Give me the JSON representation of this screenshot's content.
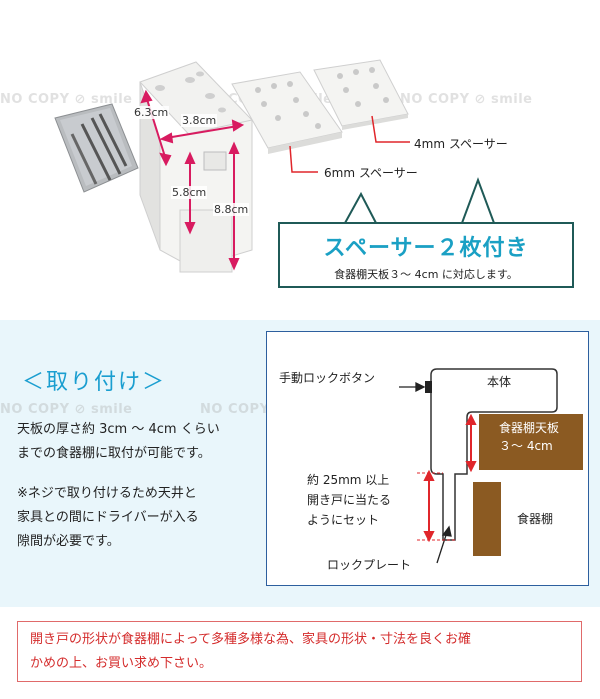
{
  "watermarks": [
    "NO COPY",
    "smile",
    "NO COPY",
    "smile",
    "NO COPY",
    "smile"
  ],
  "dimensions": {
    "depth": "6.3cm",
    "width": "3.8cm",
    "height_inner": "5.8cm",
    "height_total": "8.8cm"
  },
  "spacers": {
    "label_4mm": "4mm スペーサー",
    "label_6mm": "6mm スペーサー",
    "title": "スペーサー２枚付き",
    "subtitle": "食器棚天板３～ 4cm に対応します。"
  },
  "install": {
    "heading": "＜取り付け＞",
    "paragraph1": [
      "天板の厚さ約 3cm ～ 4cm くらい",
      "までの食器棚に取付が可能です。"
    ],
    "paragraph2": [
      "※ネジで取り付けるため天井と",
      "家具との間にドライバーが入る",
      "隙間が必要です。"
    ]
  },
  "diagram": {
    "lock_button": "手動ロックボタン",
    "body": "本体",
    "top_board": [
      "食器棚天板",
      "３～ 4cm"
    ],
    "clearance": [
      "約 25mm 以上",
      "開き戸に当たる",
      "ようにセット"
    ],
    "cabinet": "食器棚",
    "lock_plate": "ロックプレート"
  },
  "colors": {
    "accent_blue": "#1a9ed0",
    "frame_green": "#1f5a57",
    "arrow_red": "#e0262b",
    "wood_brown": "#8b5a22",
    "mid_bg": "#e9f6fb",
    "notice_red": "#d42c2c"
  },
  "notice": {
    "lines": [
      "開き戸の形状が食器棚によって多種多様な為、家具の形状・寸法を良くお確",
      "かめの上、お買い求め下さい。"
    ]
  }
}
